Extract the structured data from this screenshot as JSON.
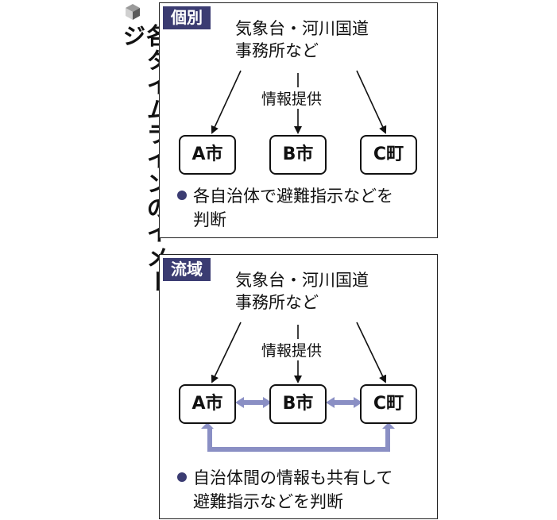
{
  "title": "各タイムラインのイメージ",
  "icon": "cube-icon",
  "accent_color": "#3b3c72",
  "link_arrow_color": "#8a8fc4",
  "panels": [
    {
      "tag": "個別",
      "source_line1": "気象台・河川国道",
      "source_line2": "事務所など",
      "info_label": "情報提供",
      "cities": [
        "A市",
        "B市",
        "C町"
      ],
      "note_line1": "各自治体で避難指示などを",
      "note_line2": "判断"
    },
    {
      "tag": "流域",
      "source_line1": "気象台・河川国道",
      "source_line2": "事務所など",
      "info_label": "情報提供",
      "cities": [
        "A市",
        "B市",
        "C町"
      ],
      "note_line1": "自治体間の情報も共有して",
      "note_line2": "避難指示などを判断"
    }
  ]
}
